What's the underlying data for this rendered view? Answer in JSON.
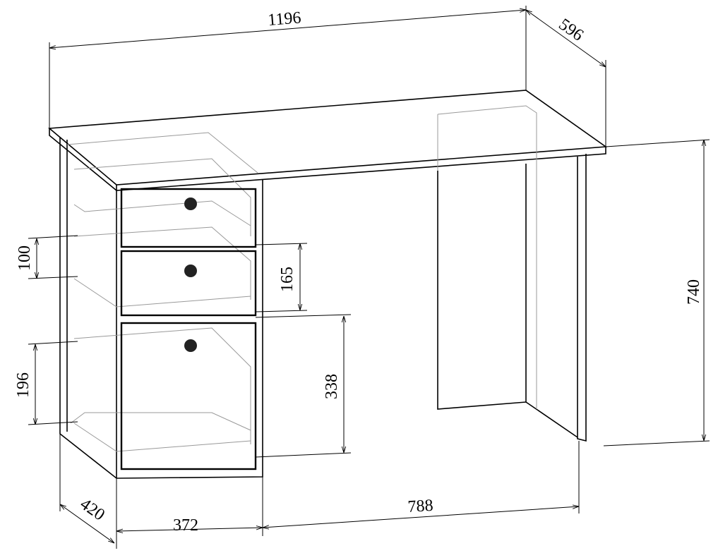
{
  "drawing": {
    "title": "Desk with drawer pedestal - dimensions (mm)",
    "dimensions": {
      "width_total": "1196",
      "depth": "596",
      "height": "740",
      "drawer_inner_small": "100",
      "drawer_front": "165",
      "drawer_inner_large": "196",
      "drawer_large_front": "338",
      "pedestal_depth": "420",
      "pedestal_width": "372",
      "knee_space": "788"
    }
  }
}
